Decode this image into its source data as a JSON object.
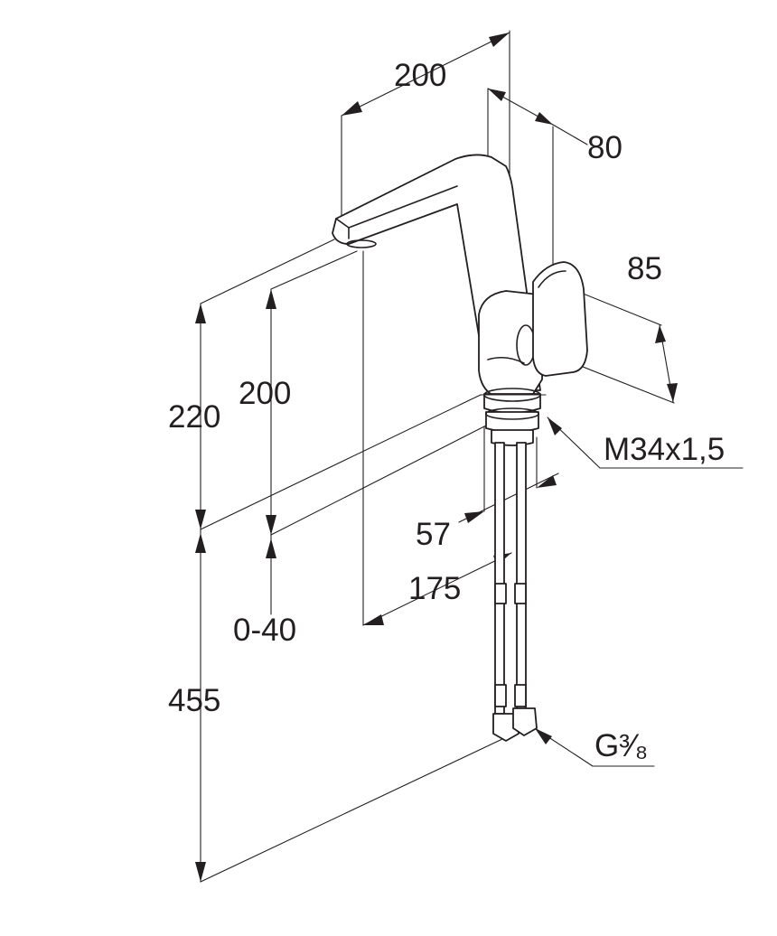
{
  "dimensions": {
    "spout_reach": "200",
    "handle_offset": "80",
    "handle_size": "85",
    "height_total": "220",
    "height_under_spout": "200",
    "thread": "M34x1,5",
    "base_diameter": "57",
    "spout_to_tap": "175",
    "deck_thickness": "0-40",
    "hose_length": "455",
    "connection": "G³⁄₈"
  },
  "colors": {
    "line": "#231f20",
    "background": "#ffffff"
  }
}
